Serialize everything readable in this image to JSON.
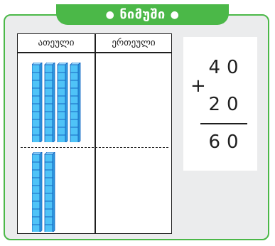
{
  "title": "ნიმუში",
  "table": {
    "headers": [
      "ათეული",
      "ერთეული"
    ],
    "top_tens_rods": 4,
    "bottom_tens_rods": 2
  },
  "addition": {
    "operator": "+",
    "addend1": "40",
    "addend2": "20",
    "result": "60"
  },
  "colors": {
    "accent": "#4bb848",
    "block_fill": "#4fc3f7",
    "block_edge": "#1565c0",
    "panel": "#ebeced"
  }
}
